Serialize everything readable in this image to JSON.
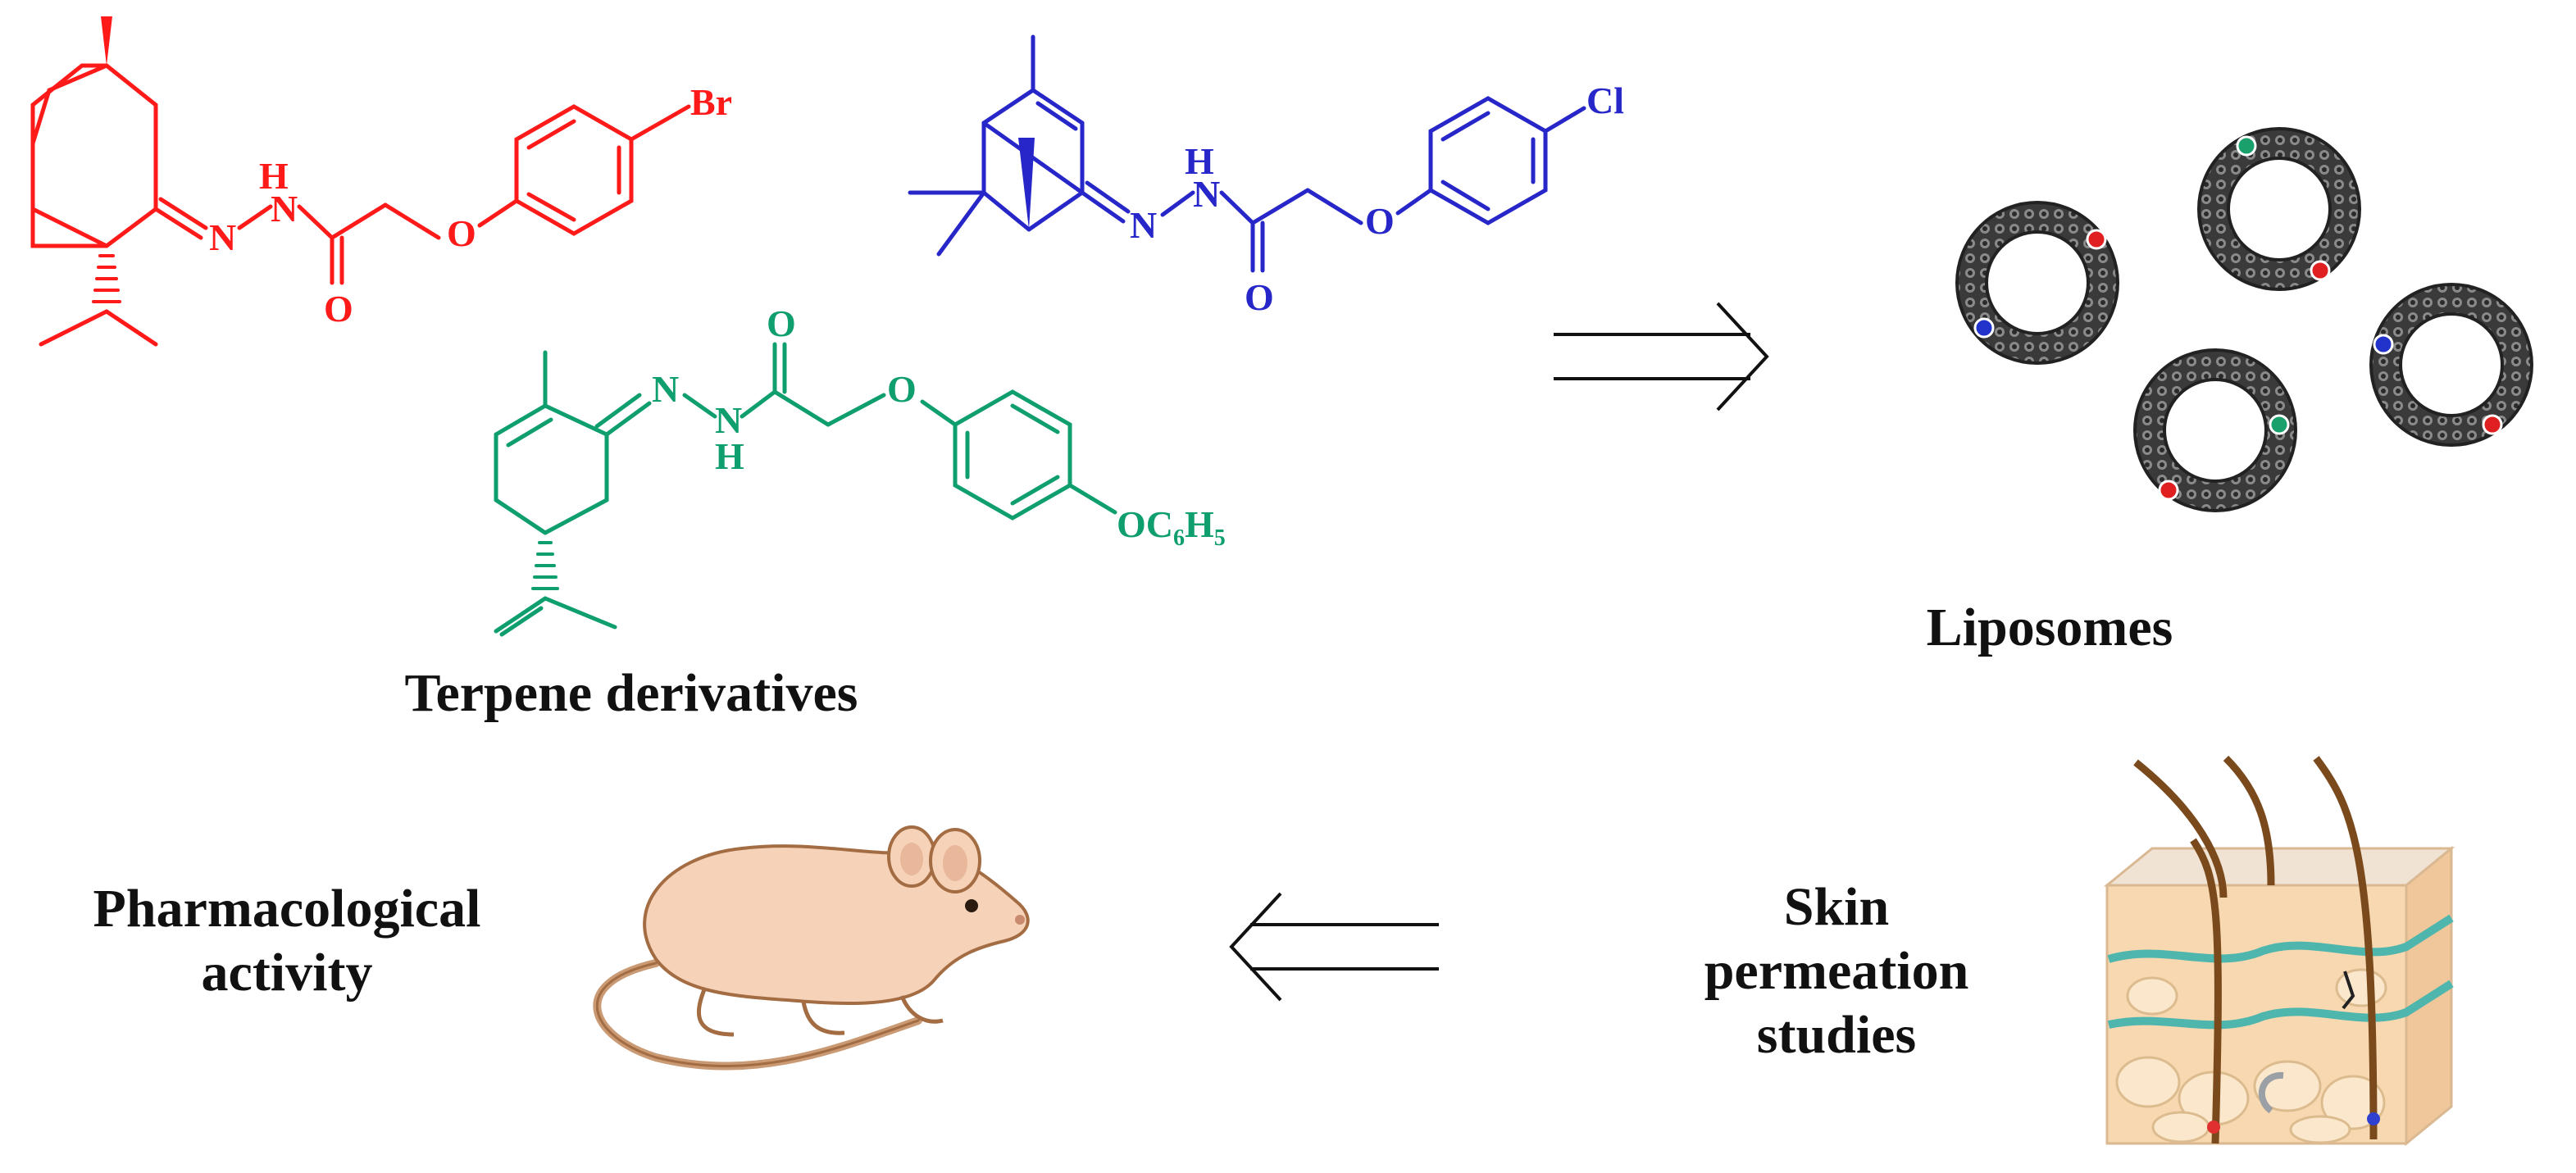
{
  "labels": {
    "terpene": "Terpene derivatives",
    "liposomes": "Liposomes",
    "pharm_line1": "Pharmacological",
    "pharm_line2": "activity",
    "skin_line1": "Skin",
    "skin_line2": "permeation",
    "skin_line3": "studies"
  },
  "atoms": {
    "red": {
      "nh_h": "H",
      "n1": "N",
      "n2": "N",
      "o_carbonyl": "O",
      "o_ether": "O",
      "halogen": "Br"
    },
    "blue": {
      "nh_h": "H",
      "n1": "N",
      "n2": "N",
      "o_carbonyl": "O",
      "o_ether": "O",
      "halogen": "Cl"
    },
    "green": {
      "n1": "N",
      "n2": "N",
      "nh_h": "H",
      "o_carbonyl": "O",
      "o_ether": "O",
      "substituent": "OC",
      "sub_c": "6",
      "sub_h": "H",
      "sub_h_count": "5"
    }
  },
  "colors": {
    "red_molecule": "#ff1a1a",
    "blue_molecule": "#2626c9",
    "green_molecule": "#0f9e6e",
    "liposome": "#2a2a2a",
    "mouse_fill": "#f5d2b8",
    "mouse_stroke": "#b07a52",
    "skin_fill": "#f7d8b0",
    "hair": "#7a4a1c"
  },
  "icons": [
    "right-double-arrow-icon",
    "left-double-arrow-icon",
    "mouse-icon",
    "skin-cross-section-icon",
    "liposome-icon"
  ]
}
